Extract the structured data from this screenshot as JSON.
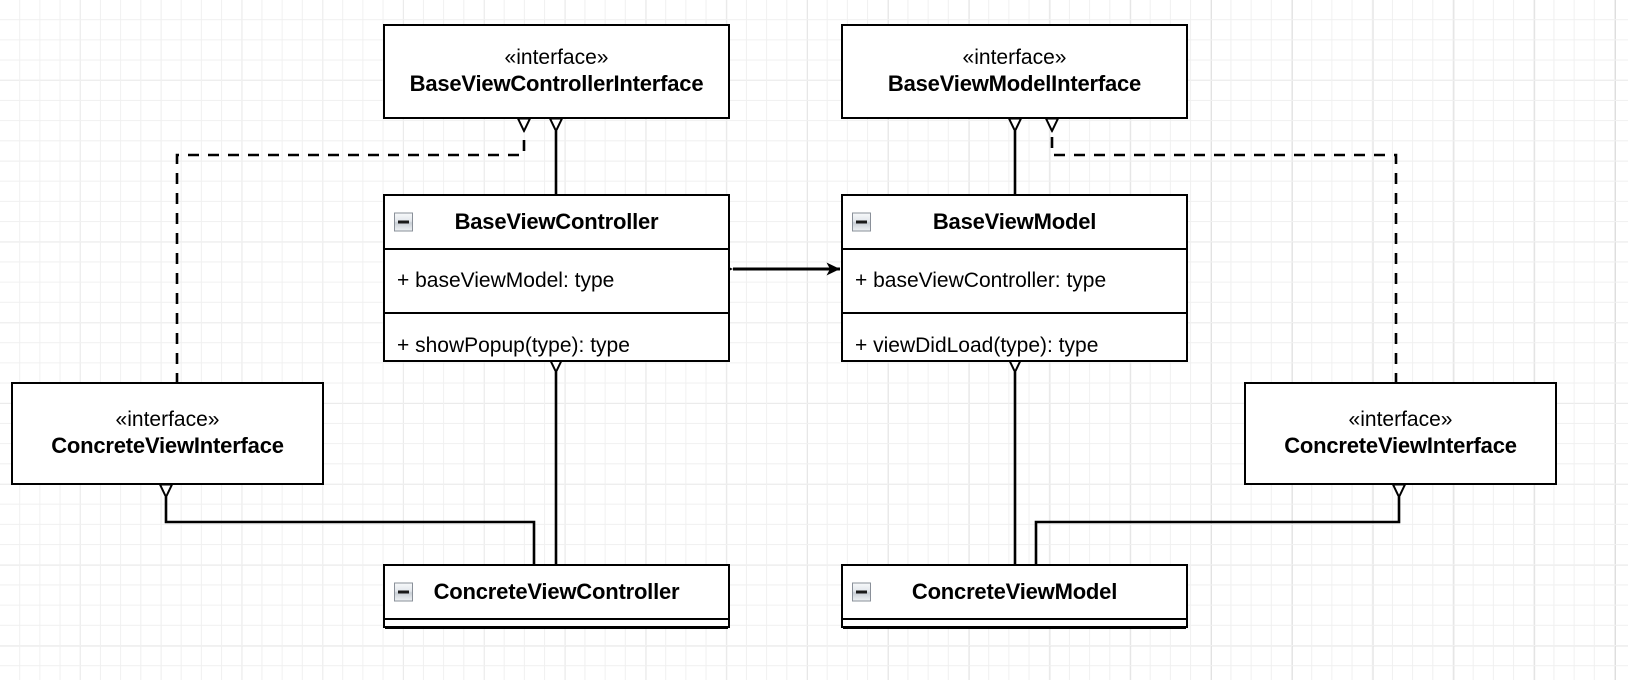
{
  "diagram": {
    "type": "uml-class-diagram",
    "background": "#ffffff",
    "grid_color_minor": "#f0f0f0",
    "grid_color_major": "#dcdcdc",
    "stroke_color": "#000000"
  },
  "stereotype": "«interface»",
  "nodes": {
    "base_view_controller_interface": {
      "stereotype": "«interface»",
      "name": "BaseViewControllerInterface"
    },
    "base_view_model_interface": {
      "stereotype": "«interface»",
      "name": "BaseViewModelInterface"
    },
    "base_view_controller": {
      "name": "BaseViewController",
      "attributes": [
        "+ baseViewModel: type"
      ],
      "operations": [
        "+ showPopup(type): type"
      ],
      "collapse_icon": "collapse-minus-icon"
    },
    "base_view_model": {
      "name": "BaseViewModel",
      "attributes": [
        "+ baseViewController: type"
      ],
      "operations": [
        "+ viewDidLoad(type): type"
      ],
      "collapse_icon": "collapse-minus-icon"
    },
    "concrete_view_interface_left": {
      "stereotype": "«interface»",
      "name": "ConcreteViewInterface"
    },
    "concrete_view_interface_right": {
      "stereotype": "«interface»",
      "name": "ConcreteViewInterface"
    },
    "concrete_view_controller": {
      "name": "ConcreteViewController",
      "attributes": [],
      "operations": [],
      "collapse_icon": "collapse-minus-icon"
    },
    "concrete_view_model": {
      "name": "ConcreteViewModel",
      "attributes": [],
      "operations": [],
      "collapse_icon": "collapse-minus-icon"
    }
  },
  "edges": [
    {
      "id": "realization-bvc-to-bvci",
      "kind": "realization",
      "style": "dashed",
      "arrowhead": "hollow-triangle",
      "from": "concrete_view_interface_left",
      "to": "base_view_controller_interface"
    },
    {
      "id": "generalization-bvc-to-bvci",
      "kind": "generalization",
      "style": "solid",
      "arrowhead": "hollow-triangle",
      "from": "base_view_controller",
      "to": "base_view_controller_interface"
    },
    {
      "id": "generalization-bvm-to-bvmi",
      "kind": "generalization",
      "style": "solid",
      "arrowhead": "hollow-triangle",
      "from": "base_view_model",
      "to": "base_view_model_interface"
    },
    {
      "id": "realization-cvi-right-to-bvmi",
      "kind": "realization",
      "style": "dashed",
      "arrowhead": "hollow-triangle",
      "from": "concrete_view_interface_right",
      "to": "base_view_model_interface"
    },
    {
      "id": "association-bvc-bvm",
      "kind": "association",
      "style": "solid",
      "arrowhead": "filled-arrow-both",
      "from": "base_view_controller",
      "to": "base_view_model"
    },
    {
      "id": "generalization-cvc-to-bvc",
      "kind": "generalization",
      "style": "solid",
      "arrowhead": "hollow-triangle",
      "from": "concrete_view_controller",
      "to": "base_view_controller"
    },
    {
      "id": "generalization-cvm-to-bvm",
      "kind": "generalization",
      "style": "solid",
      "arrowhead": "hollow-triangle",
      "from": "concrete_view_model",
      "to": "base_view_model"
    },
    {
      "id": "generalization-cvc-to-cvi-left",
      "kind": "generalization",
      "style": "solid",
      "arrowhead": "hollow-triangle",
      "from": "concrete_view_controller",
      "to": "concrete_view_interface_left"
    },
    {
      "id": "generalization-cvm-to-cvi-right",
      "kind": "generalization",
      "style": "solid",
      "arrowhead": "hollow-triangle",
      "from": "concrete_view_model",
      "to": "concrete_view_interface_right"
    }
  ]
}
